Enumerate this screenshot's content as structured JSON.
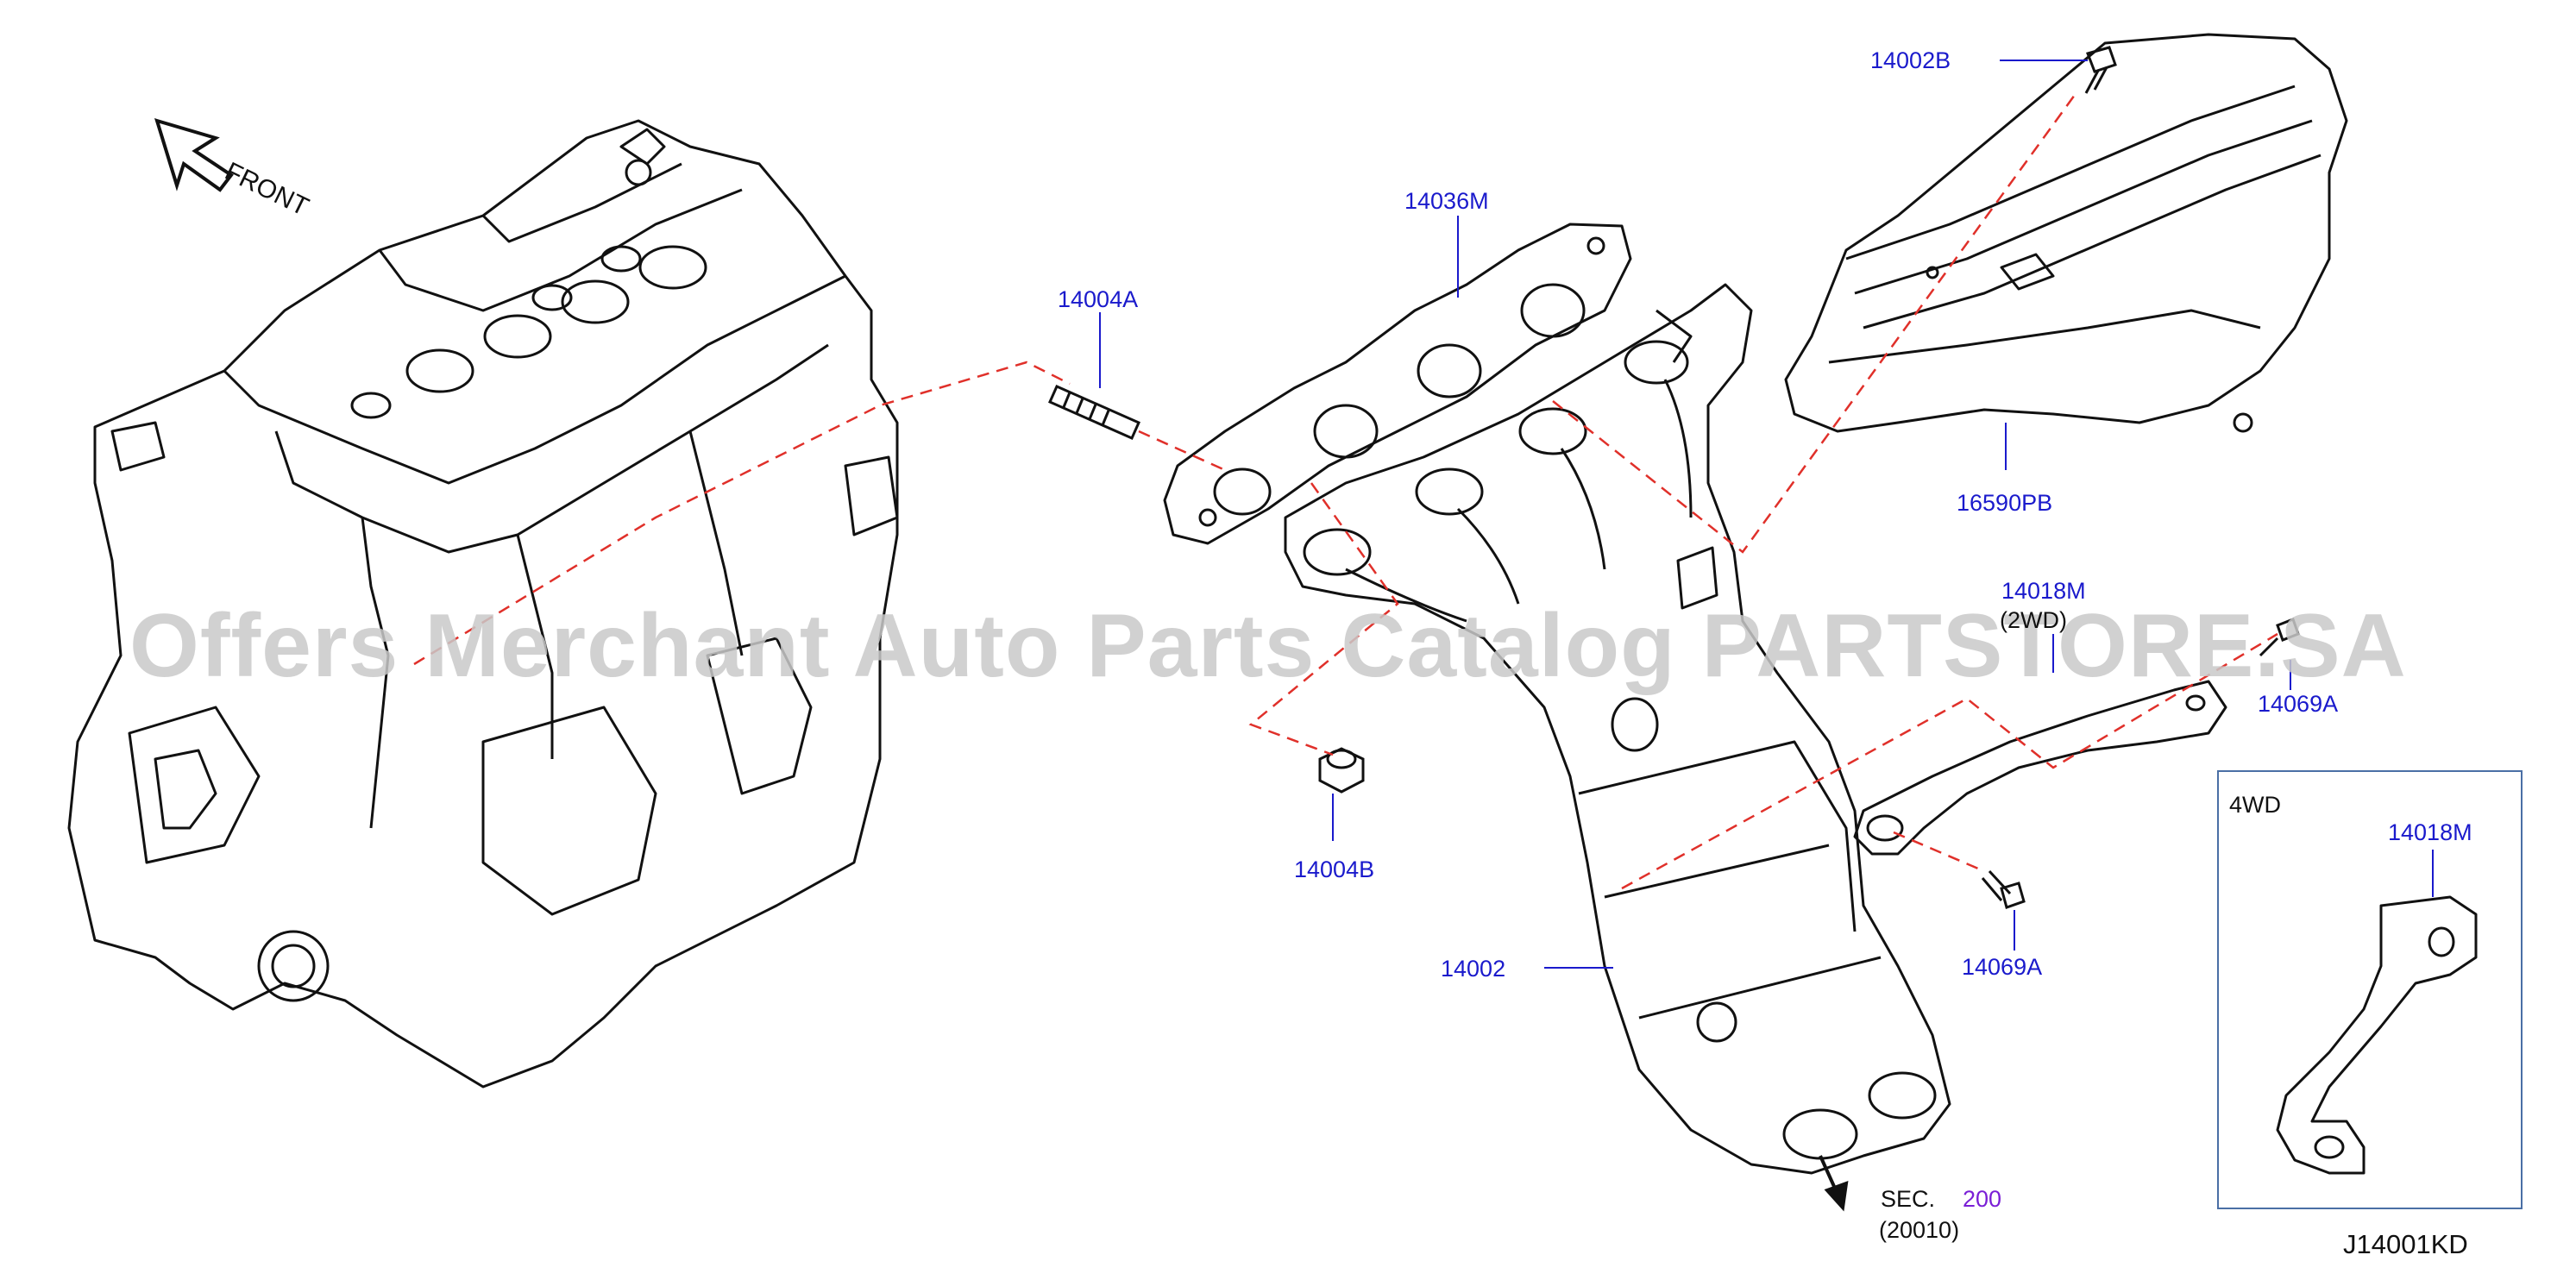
{
  "front_label": "FRONT",
  "labels": {
    "l14002B": "14002B",
    "l14036M": "14036M",
    "l14004A": "14004A",
    "l16590PB": "16590PB",
    "l14018M_main": "14018M",
    "l2wd": "(2WD)",
    "l14069A_upper": "14069A",
    "l14004B": "14004B",
    "l14002": "14002",
    "l14069A_lower": "14069A",
    "l4wd": "4WD",
    "l14018M_inset": "14018M",
    "sec_prefix": "SEC.",
    "sec_number": "200",
    "sec_sub": "(20010)",
    "diagram_code": "J14001KD"
  },
  "watermark": "Offers Merchant Auto Parts Catalog PARTSTORE.SA",
  "colors": {
    "callout_text": "#1a1acc",
    "leader_line": "#1a1acc",
    "dashed_line": "#e0302a",
    "sec_number": "#7a1fd6",
    "inset_border": "#4a6fa5",
    "linework": "#111111",
    "watermark": "#c9c9c9"
  }
}
